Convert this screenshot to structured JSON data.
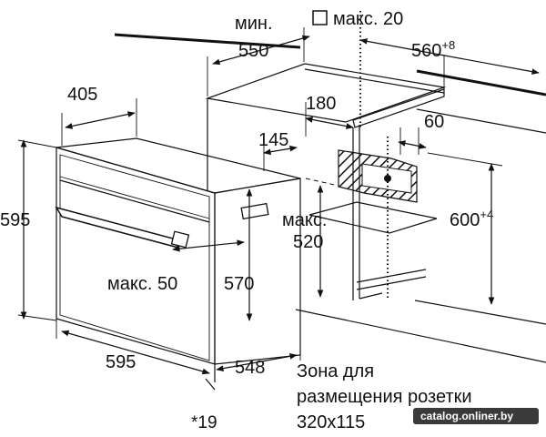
{
  "labels": {
    "min": "мин.",
    "max20": "макс. 20",
    "d550": "550",
    "d560": "560",
    "d560_sup": "+8",
    "d405": "405",
    "d180": "180",
    "d145": "145",
    "d60": "60",
    "d595_h": "595",
    "max": "макс.",
    "d520": "520",
    "d600": "600",
    "d600_sup": "+4",
    "max50": "макс. 50",
    "d570": "570",
    "d595_w": "595",
    "d548": "548",
    "d19": "*19",
    "zone_line1": "Зона для",
    "zone_line2": "размещения розетки",
    "zone_line3": "320x115"
  },
  "watermark": "catalog.onliner.by",
  "colors": {
    "line": "#111111",
    "background": "#ffffff",
    "watermark_bg": "#3a3a3a"
  }
}
